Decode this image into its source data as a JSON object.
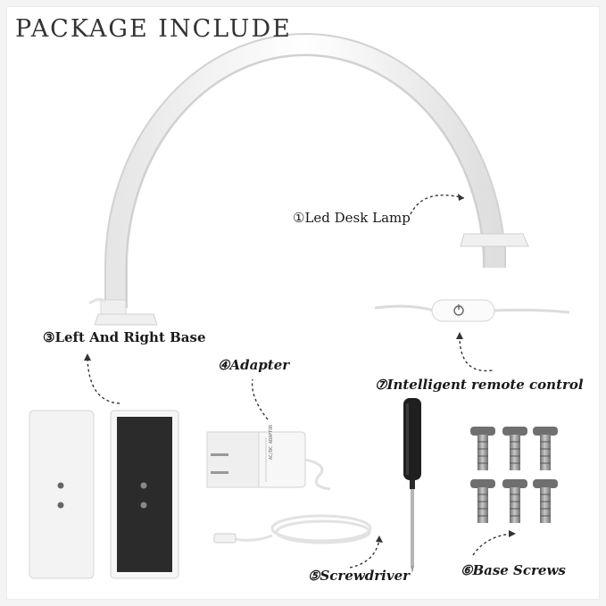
{
  "title": "PACKAGE INCLUDE",
  "items": {
    "lamp": "①Led Desk Lamp",
    "base": "③Left And Right Base",
    "adapter": "④Adapter",
    "remote": "⑦Intelligent remote control",
    "screwdriver": "⑤Screwdriver",
    "screws": "⑥Base Screws"
  },
  "adapter_print": "AC/DC ADAPTOR"
}
